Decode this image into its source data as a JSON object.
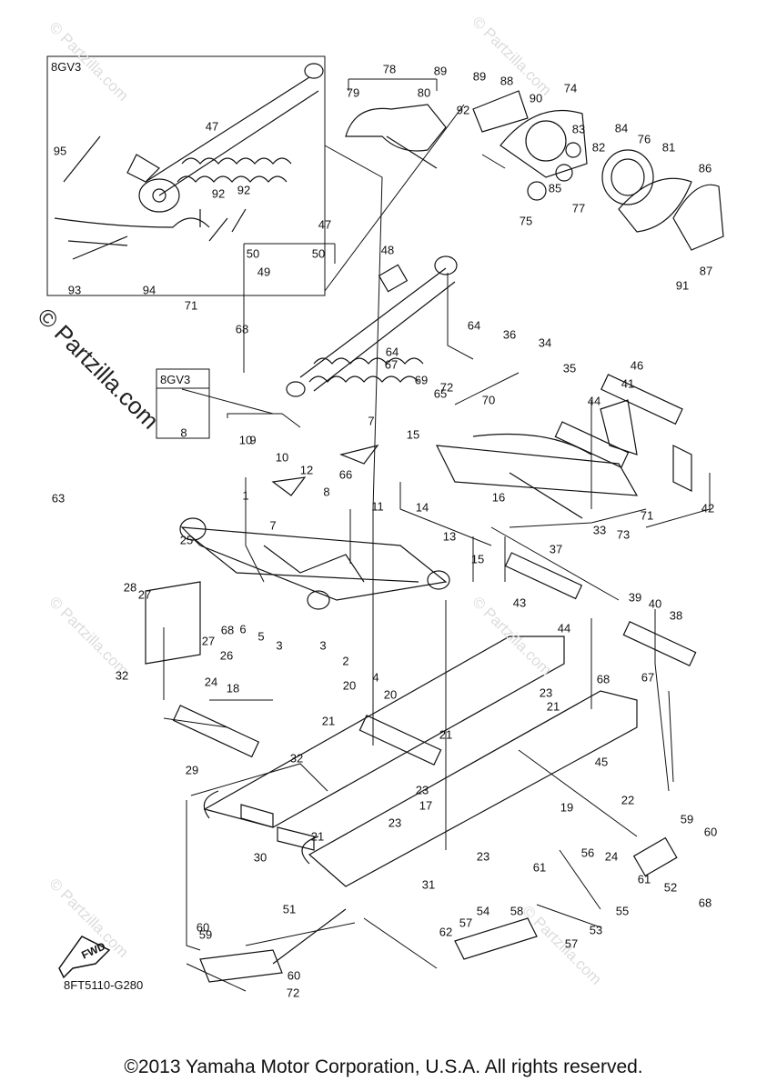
{
  "inset_labels": {
    "top_left": "8GV3",
    "mid_left": "8GV3"
  },
  "watermark": "© Partzilla.com",
  "watermark_main": "© Partzilla.com",
  "drawing_code": "8FT5110-G280",
  "fwd_label": "FWD",
  "copyright": "©2013 Yamaha Motor Corporation, U.S.A. All rights reserved.",
  "callouts": [
    "1",
    "2",
    "3",
    "3",
    "4",
    "5",
    "6",
    "7",
    "7",
    "8",
    "8",
    "9",
    "10",
    "10",
    "11",
    "12",
    "13",
    "14",
    "15",
    "15",
    "16",
    "17",
    "18",
    "19",
    "20",
    "20",
    "21",
    "21",
    "21",
    "21",
    "22",
    "23",
    "23",
    "23",
    "23",
    "24",
    "24",
    "25",
    "26",
    "27",
    "27",
    "28",
    "29",
    "30",
    "31",
    "32",
    "32",
    "33",
    "34",
    "35",
    "36",
    "37",
    "38",
    "39",
    "40",
    "41",
    "42",
    "43",
    "44",
    "44",
    "45",
    "46",
    "47",
    "47",
    "48",
    "49",
    "50",
    "50",
    "51",
    "52",
    "53",
    "54",
    "55",
    "56",
    "57",
    "57",
    "58",
    "59",
    "59",
    "60",
    "60",
    "60",
    "61",
    "61",
    "62",
    "63",
    "64",
    "64",
    "65",
    "66",
    "67",
    "67",
    "68",
    "68",
    "68",
    "68",
    "69",
    "70",
    "71",
    "71",
    "72",
    "72",
    "73",
    "74",
    "75",
    "76",
    "77",
    "78",
    "79",
    "80",
    "81",
    "82",
    "83",
    "84",
    "85",
    "86",
    "87",
    "88",
    "89",
    "89",
    "90",
    "91",
    "92",
    "92",
    "92",
    "93",
    "94",
    "95"
  ]
}
